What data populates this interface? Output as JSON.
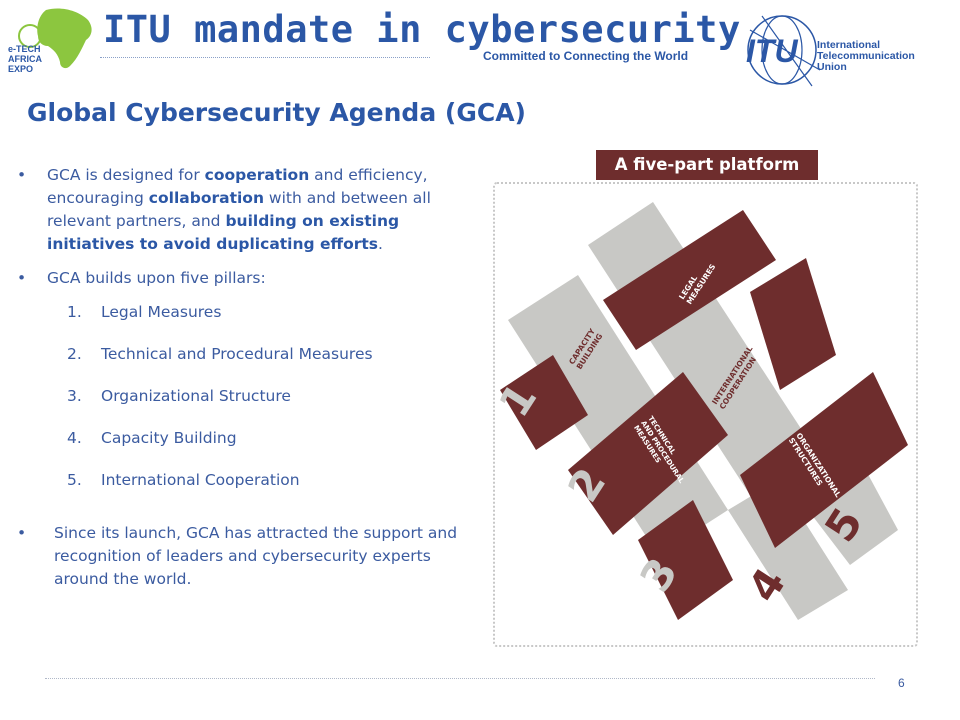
{
  "header": {
    "logo_left_text": "e-TECH AFRICA EXPO",
    "title": "ITU mandate in cybersecurity",
    "tagline": "Committed to Connecting the World",
    "itu_logo_text": "ITU",
    "itu_name": [
      "International",
      "Telecommunication",
      "Union"
    ]
  },
  "subtitle": "Global Cybersecurity Agenda (GCA)",
  "body": {
    "bullet1": {
      "t1": "GCA is designed for ",
      "b1": "cooperation",
      "t2": " and efficiency, encouraging ",
      "b2": "collaboration",
      "t3": " with and between all relevant partners, and ",
      "b3": "building on existing initiatives to avoid duplicating efforts",
      "t4": "."
    },
    "bullet2": "GCA builds upon five pillars:",
    "pillars": [
      {
        "num": "1.",
        "label": "Legal Measures"
      },
      {
        "num": "2.",
        "label": "Technical and Procedural Measures"
      },
      {
        "num": "3.",
        "label": "Organizational Structure"
      },
      {
        "num": "4.",
        "label": "Capacity Building"
      },
      {
        "num": "5.",
        "label": "International Cooperation"
      }
    ],
    "bullet3": "Since its launch, GCA has attracted the support and recognition of leaders and cybersecurity experts around the world."
  },
  "platform": {
    "banner": "A five-part platform",
    "strips": [
      {
        "num": "1",
        "label": [
          "CAPACITY",
          "BUILDING"
        ]
      },
      {
        "num": "2",
        "label": [
          "TECHNICAL",
          "AND PROCEDURAL",
          "MEASURES"
        ]
      },
      {
        "num": "3",
        "label": [
          "LEGAL",
          "MEASURES"
        ]
      },
      {
        "num": "4",
        "label": [
          "INTERNATIONAL",
          "COOPERATION"
        ]
      },
      {
        "num": "5",
        "label": [
          "ORGANIZATIONAL",
          "STRUCTURES"
        ]
      }
    ],
    "colors": {
      "dark": "#6e2d2d",
      "light": "#c8c8c5"
    }
  },
  "footer": {
    "page_number": "6"
  }
}
